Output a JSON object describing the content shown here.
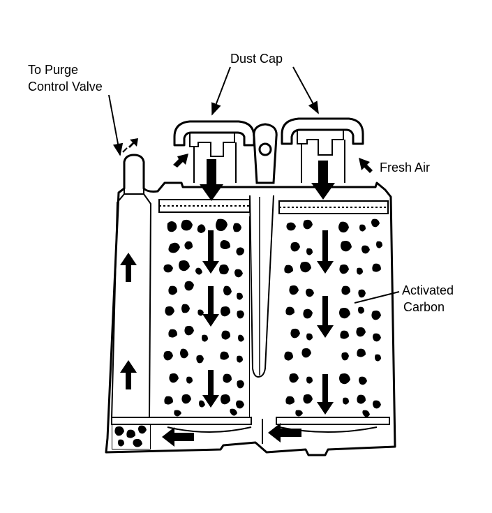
{
  "labels": {
    "purge_line1": "To Purge",
    "purge_line2": "Control Valve",
    "dust_cap": "Dust Cap",
    "fresh_air": "Fresh Air",
    "carbon_line1": "Activated",
    "carbon_line2": "Carbon"
  }
}
